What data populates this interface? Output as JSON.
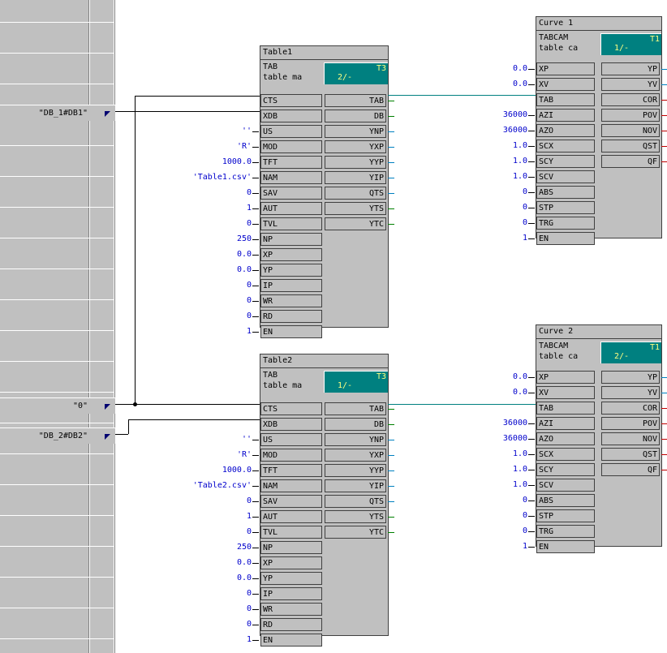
{
  "left_bar": {
    "inputs": [
      {
        "value": "\"DB_1#DB1\""
      },
      {
        "value": "\"0\""
      },
      {
        "value": "\"DB_2#DB2\""
      }
    ]
  },
  "colors": {
    "block_bg": "#c0c0c0",
    "badge_bg": "#008080",
    "badge_text": "#ffff80",
    "value_text": "#0000cc",
    "tab_wire": "#008080",
    "stub_green": "#008000",
    "stub_blue": "#0080c0",
    "stub_red": "#c00000"
  },
  "table_blocks": [
    {
      "name": "Table1",
      "type_line1": "TAB",
      "type_line2": "table ma",
      "badge_top": "T3",
      "badge_bottom": "2/-",
      "inputs": [
        {
          "pin": "CTS",
          "value": ""
        },
        {
          "pin": "XDB",
          "value": ""
        },
        {
          "pin": "US",
          "value": "''"
        },
        {
          "pin": "MOD",
          "value": "'R'"
        },
        {
          "pin": "TFT",
          "value": "1000.0"
        },
        {
          "pin": "NAM",
          "value": "'Table1.csv'"
        },
        {
          "pin": "SAV",
          "value": "0"
        },
        {
          "pin": "AUT",
          "value": "1"
        },
        {
          "pin": "TVL",
          "value": "0"
        },
        {
          "pin": "NP",
          "value": "250"
        },
        {
          "pin": "XP",
          "value": "0.0"
        },
        {
          "pin": "YP",
          "value": "0.0"
        },
        {
          "pin": "IP",
          "value": "0"
        },
        {
          "pin": "WR",
          "value": "0"
        },
        {
          "pin": "RD",
          "value": "0"
        },
        {
          "pin": "EN",
          "value": "1"
        }
      ],
      "outputs": [
        "TAB",
        "DB",
        "YNP",
        "YXP",
        "YYP",
        "YIP",
        "QTS",
        "YTS",
        "YTC"
      ]
    },
    {
      "name": "Table2",
      "type_line1": "TAB",
      "type_line2": "table ma",
      "badge_top": "T3",
      "badge_bottom": "1/-",
      "inputs": [
        {
          "pin": "CTS",
          "value": ""
        },
        {
          "pin": "XDB",
          "value": ""
        },
        {
          "pin": "US",
          "value": "''"
        },
        {
          "pin": "MOD",
          "value": "'R'"
        },
        {
          "pin": "TFT",
          "value": "1000.0"
        },
        {
          "pin": "NAM",
          "value": "'Table2.csv'"
        },
        {
          "pin": "SAV",
          "value": "0"
        },
        {
          "pin": "AUT",
          "value": "1"
        },
        {
          "pin": "TVL",
          "value": "0"
        },
        {
          "pin": "NP",
          "value": "250"
        },
        {
          "pin": "XP",
          "value": "0.0"
        },
        {
          "pin": "YP",
          "value": "0.0"
        },
        {
          "pin": "IP",
          "value": "0"
        },
        {
          "pin": "WR",
          "value": "0"
        },
        {
          "pin": "RD",
          "value": "0"
        },
        {
          "pin": "EN",
          "value": "1"
        }
      ],
      "outputs": [
        "TAB",
        "DB",
        "YNP",
        "YXP",
        "YYP",
        "YIP",
        "QTS",
        "YTS",
        "YTC"
      ]
    }
  ],
  "curve_blocks": [
    {
      "name": "Curve 1",
      "type_line1": "TABCAM",
      "type_line2": "table ca",
      "badge_top": "T1",
      "badge_bottom": "1/-",
      "inputs": [
        {
          "pin": "XP",
          "value": "0.0"
        },
        {
          "pin": "XV",
          "value": "0.0"
        },
        {
          "pin": "TAB",
          "value": ""
        },
        {
          "pin": "AZI",
          "value": "36000"
        },
        {
          "pin": "AZO",
          "value": "36000"
        },
        {
          "pin": "SCX",
          "value": "1.0"
        },
        {
          "pin": "SCY",
          "value": "1.0"
        },
        {
          "pin": "SCV",
          "value": "1.0"
        },
        {
          "pin": "ABS",
          "value": "0"
        },
        {
          "pin": "STP",
          "value": "0"
        },
        {
          "pin": "TRG",
          "value": "0"
        },
        {
          "pin": "EN",
          "value": "1"
        }
      ],
      "outputs": [
        "YP",
        "YV",
        "COR",
        "POV",
        "NOV",
        "QST",
        "QF"
      ]
    },
    {
      "name": "Curve 2",
      "type_line1": "TABCAM",
      "type_line2": "table ca",
      "badge_top": "T1",
      "badge_bottom": "2/-",
      "inputs": [
        {
          "pin": "XP",
          "value": "0.0"
        },
        {
          "pin": "XV",
          "value": "0.0"
        },
        {
          "pin": "TAB",
          "value": ""
        },
        {
          "pin": "AZI",
          "value": "36000"
        },
        {
          "pin": "AZO",
          "value": "36000"
        },
        {
          "pin": "SCX",
          "value": "1.0"
        },
        {
          "pin": "SCY",
          "value": "1.0"
        },
        {
          "pin": "SCV",
          "value": "1.0"
        },
        {
          "pin": "ABS",
          "value": "0"
        },
        {
          "pin": "STP",
          "value": "0"
        },
        {
          "pin": "TRG",
          "value": "0"
        },
        {
          "pin": "EN",
          "value": "1"
        }
      ],
      "outputs": [
        "YP",
        "YV",
        "COR",
        "POV",
        "NOV",
        "QST",
        "QF"
      ]
    }
  ]
}
